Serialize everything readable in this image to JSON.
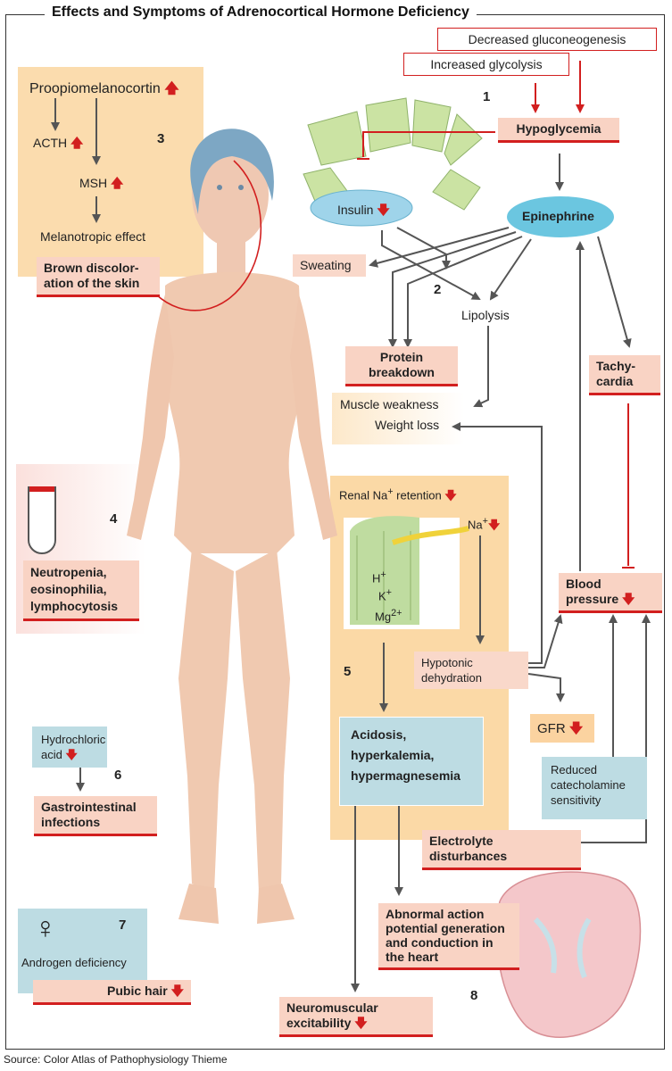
{
  "title": "Effects and Symptoms of  Adrenocortical Hormone Deficiency",
  "source": "Source: Color Atlas of Pathophysiology Thieme",
  "arrow_symbol": "🡅",
  "down_symbol": "🡇",
  "sections": {
    "s1": {
      "num": "1",
      "decreased_gluconeogenesis": "Decreased gluconeogenesis",
      "increased_glycolysis": "Increased glycolysis",
      "hypoglycemia": "Hypoglycemia"
    },
    "s2": {
      "num": "2",
      "insulin": "Insulin",
      "epinephrine": "Epinephrine",
      "sweating": "Sweating",
      "lipolysis": "Lipolysis",
      "protein_breakdown": "Protein breakdown",
      "muscle_weakness": "Muscle weakness",
      "weight_loss": "Weight loss",
      "tachycardia": "Tachy-cardia",
      "blood_pressure": "Blood pressure"
    },
    "s3": {
      "num": "3",
      "pomc": "Proopiomelanocortin",
      "acth": "ACTH",
      "msh": "MSH",
      "melanotropic": "Melanotropic effect",
      "brown": "Brown discolor-ation of the skin"
    },
    "s4": {
      "num": "4",
      "neutropenia": "Neutropenia, eosinophilia, lymphocytosis"
    },
    "s5": {
      "num": "5",
      "renal_na": "Renal Na",
      "na": "Na",
      "h": "H",
      "k": "K",
      "mg": "Mg",
      "plus": "+",
      "mg_charge": "2+",
      "hypotonic": "Hypotonic dehydration",
      "gfr": "GFR",
      "acidosis": "Acidosis, hyperkalemia, hypermagnesemia",
      "reduced_cat": "Reduced catecholamine sensitivity",
      "electrolyte": "Electrolyte disturbances"
    },
    "s6": {
      "num": "6",
      "hcl": "Hydrochloric acid",
      "gi": "Gastrointestinal infections"
    },
    "s7": {
      "num": "7",
      "female_symbol": "♀",
      "androgen": "Androgen deficiency",
      "pubic": "Pubic hair"
    },
    "s8": {
      "num": "8",
      "abnormal": "Abnormal action potential generation and conduction in the heart",
      "neuromuscular": "Neuromuscular excitability"
    }
  },
  "colors": {
    "red": "#d21f1f",
    "pink": "#f9d3c4",
    "blue": "#bddce3",
    "orange_bg": "#fbd9a6",
    "skin": "#f0c9b0",
    "hair": "#7da7c4",
    "gray_arrow": "#555555",
    "epi_blue": "#6bc6e0",
    "gland_green": "#cbe3a3"
  }
}
